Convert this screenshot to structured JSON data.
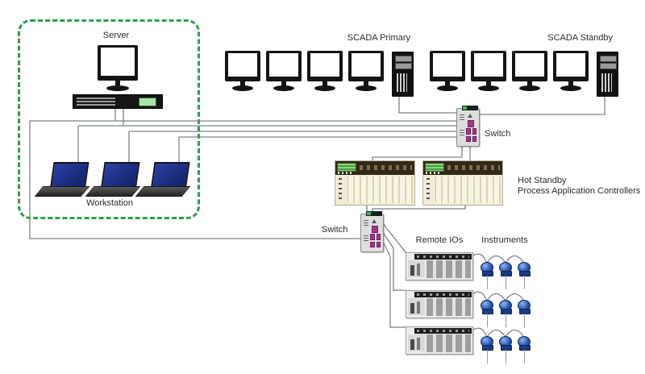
{
  "labels": {
    "server": "Server",
    "workstation": "Workstation",
    "scada_primary": "SCADA Primary",
    "scada_standby": "SCADA Standby",
    "switch_upper": "Switch",
    "switch_lower": "Switch",
    "controllers_line1": "Hot Standby",
    "controllers_line2": "Process Application Controllers",
    "remote_ios": "Remote IOs",
    "instruments": "Instruments"
  },
  "structure": {
    "server_zone": {
      "servers": 1,
      "workstations": 3
    },
    "scada_primary": {
      "monitors": 4,
      "towers": 1
    },
    "scada_standby": {
      "monitors": 4,
      "towers": 1
    },
    "hot_standby_controllers": {
      "plc_racks": 2
    },
    "switches": 2,
    "remote_io_racks": 3,
    "instrument_rows": 3,
    "instruments_per_row": 3
  },
  "colors": {
    "background": "#ffffff",
    "zone_border_green": "#2f9e4e",
    "wire_gray": "#7a8585",
    "laptop_screen_blue": "#1d2f8f",
    "switch_port_magenta": "#a8338a",
    "plc_top_brown": "#33281a",
    "plc_body_cream": "#f2eed6",
    "instrument_blue": "#2b5cb8",
    "lcd_green": "#a9e3a9"
  }
}
